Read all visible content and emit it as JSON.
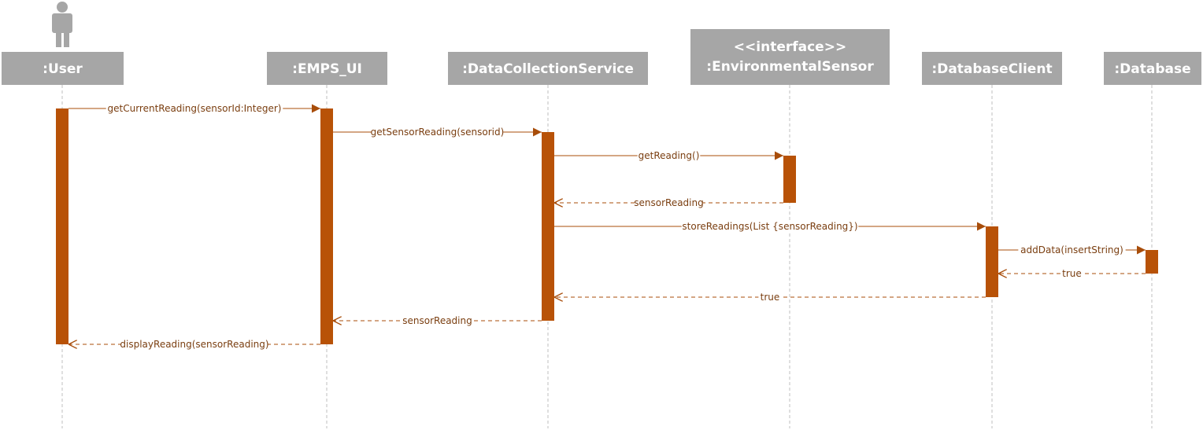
{
  "colors": {
    "header_fill": "#a6a6a6",
    "header_text": "#ffffff",
    "activation": "#b85207",
    "message_line": "#a84d0a",
    "message_text": "#7a3e10",
    "lifeline": "#bfbfbf"
  },
  "actor_icon": "person-icon",
  "participants": [
    {
      "id": "user",
      "label": ":User"
    },
    {
      "id": "emps_ui",
      "label": ":EMPS_UI"
    },
    {
      "id": "dcs",
      "label": ":DataCollectionService"
    },
    {
      "id": "sensor",
      "stereotype": "<<interface>>",
      "label": ":EnvironmentalSensor"
    },
    {
      "id": "dbclient",
      "label": ":DatabaseClient"
    },
    {
      "id": "db",
      "label": ":Database"
    }
  ],
  "messages": [
    {
      "from": "user",
      "to": "emps_ui",
      "label": "getCurrentReading(sensorId:Integer)",
      "kind": "call"
    },
    {
      "from": "emps_ui",
      "to": "dcs",
      "label": "getSensorReading(sensorid)",
      "kind": "call"
    },
    {
      "from": "dcs",
      "to": "sensor",
      "label": "getReading()",
      "kind": "call"
    },
    {
      "from": "sensor",
      "to": "dcs",
      "label": "sensorReading",
      "kind": "return"
    },
    {
      "from": "dcs",
      "to": "dbclient",
      "label": "storeReadings(List {sensorReading})",
      "kind": "call"
    },
    {
      "from": "dbclient",
      "to": "db",
      "label": "addData(insertString)",
      "kind": "call"
    },
    {
      "from": "db",
      "to": "dbclient",
      "label": "true",
      "kind": "return"
    },
    {
      "from": "dbclient",
      "to": "dcs",
      "label": "true",
      "kind": "return"
    },
    {
      "from": "dcs",
      "to": "emps_ui",
      "label": "sensorReading",
      "kind": "return"
    },
    {
      "from": "emps_ui",
      "to": "user",
      "label": "displayReading(sensorReading)",
      "kind": "return"
    }
  ]
}
